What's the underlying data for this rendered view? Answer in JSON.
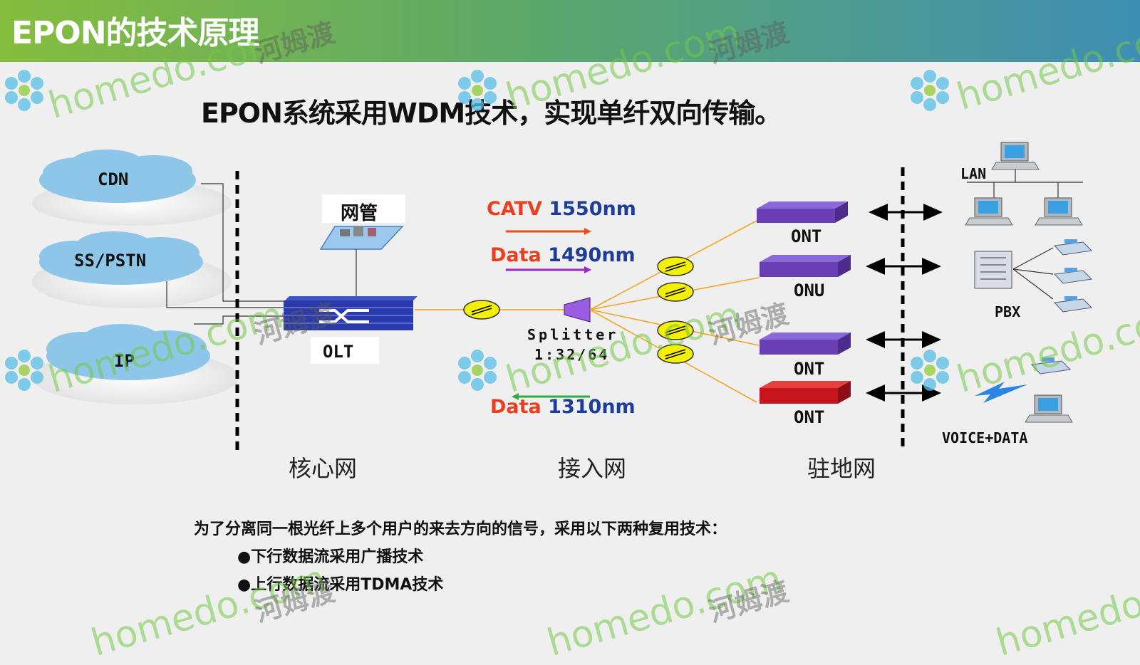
{
  "header": {
    "title": "EPON的技术原理"
  },
  "subtitle": "EPON系统采用WDM技术，实现单纤双向传输。",
  "clouds": {
    "cdn": "CDN",
    "pstn": "SS/PSTN",
    "ip": "IP"
  },
  "nms_label": "网管",
  "olt_label": "OLT",
  "wavelengths": {
    "catv": {
      "name": "CATV",
      "value": "1550nm",
      "arrow_color": "#f04a1e"
    },
    "data_down": {
      "name": "Data",
      "value": "1490nm",
      "arrow_color": "#9b27c8"
    },
    "data_up": {
      "name": "Data",
      "value": "1310nm",
      "arrow_color": "#2fae3a"
    }
  },
  "splitter": {
    "name": "Splitter",
    "ratio": "1:32/64"
  },
  "onus": [
    {
      "label": "ONT",
      "color": "#6a3fb5"
    },
    {
      "label": "ONU",
      "color": "#6a3fb5"
    },
    {
      "label": "ONT",
      "color": "#6a3fb5"
    },
    {
      "label": "ONT",
      "color": "#c8141e"
    }
  ],
  "customer": {
    "lan": "LAN",
    "pbx": "PBX",
    "voice_data": "VOICE+DATA"
  },
  "sections": {
    "core": "核心网",
    "access": "接入网",
    "premises": "驻地网"
  },
  "notes": {
    "intro": "为了分离同一根光纤上多个用户的来去方向的信号，采用以下两种复用技术：",
    "bullets": [
      "●下行数据流采用广播技术",
      "●上行数据流采用TDMA技术"
    ]
  },
  "watermark": {
    "latin": "homedo.com",
    "cn": "河姆渡"
  }
}
